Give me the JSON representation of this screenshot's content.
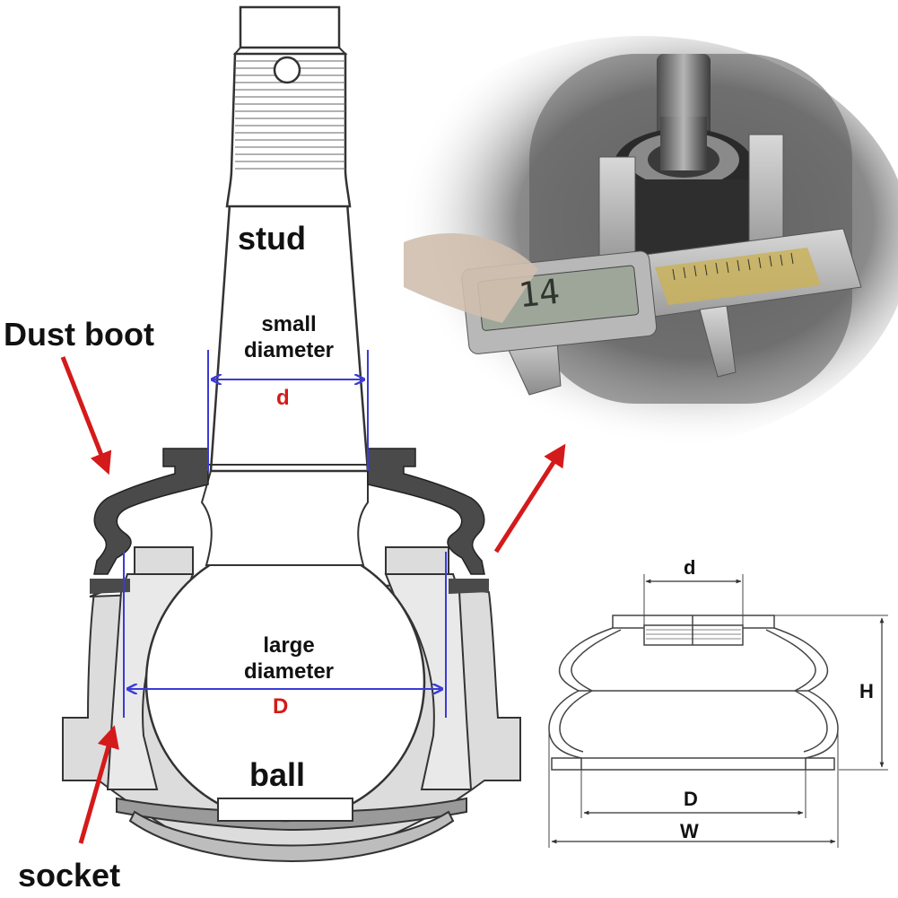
{
  "labels": {
    "stud": "stud",
    "dust_boot": "Dust boot",
    "small_diameter": [
      "small",
      "diameter"
    ],
    "small_d": "d",
    "large_diameter": [
      "large",
      "diameter"
    ],
    "large_d": "D",
    "ball": "ball",
    "socket": "socket"
  },
  "boot_dims": {
    "d": "d",
    "H": "H",
    "D": "D",
    "W": "W"
  },
  "photo": {
    "caliper_reading": "14"
  },
  "colors": {
    "arrow_red": "#d41a1a",
    "dimension_blue": "#3b3bd8",
    "rubber_dark": "#4a4a4a",
    "metal_gray": "#d9d9d9"
  }
}
